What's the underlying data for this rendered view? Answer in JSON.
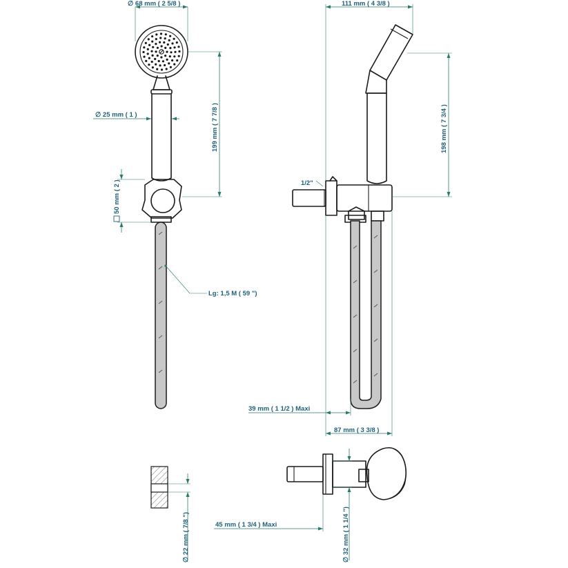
{
  "dimensions": {
    "head_diameter": "68 mm ( 2 5/8 )",
    "handle_diameter": "25 mm ( 1 )",
    "front_height": "199 mm ( 7 7/8 )",
    "bracket_height": "50 mm ( 2 )",
    "hose_length": "Lg: 1,5 M ( 59 \")",
    "side_width": "111 mm ( 4 3/8 )",
    "side_height": "198 mm ( 7 3/4 )",
    "thread": "1/2\"",
    "hose_offset": "39 mm ( 1 1/2 )",
    "hose_offset_suffix": "Maxi",
    "bracket_depth": "87 mm ( 3 3/8 )",
    "pipe_diameter": "22 mm ( 7/8 \")",
    "projection": "45 mm ( 1 3/4 )",
    "projection_suffix": "Maxi",
    "flange_diameter": "32 mm ( 1 1/4 \")",
    "diameter_symbol": "∅"
  },
  "colors": {
    "dimension_line": "#2a7a6e",
    "dimension_text": "#1f5f7a",
    "outline": "#1a1a1a",
    "hose_fill": "#c8c8c8"
  }
}
